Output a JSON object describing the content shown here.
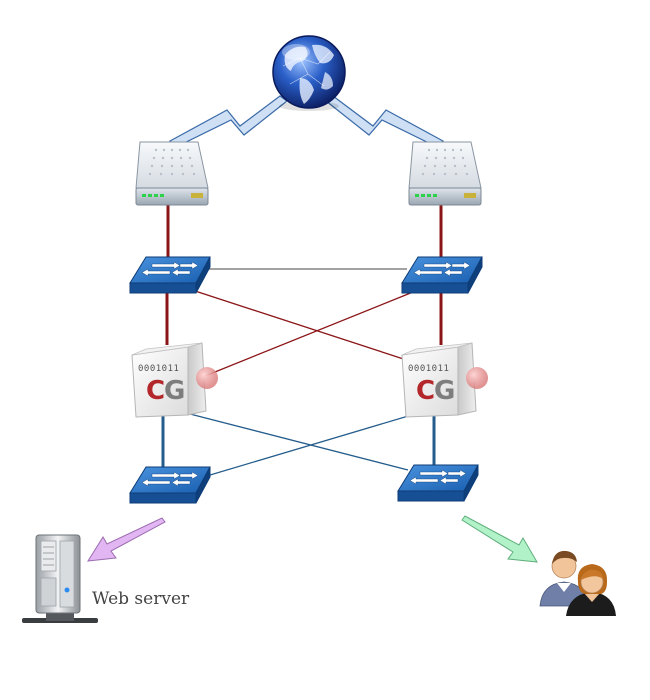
{
  "firewalls": {
    "left": {
      "bits": "0001011",
      "logo_c": "C",
      "logo_g": "G"
    },
    "right": {
      "bits": "0001011",
      "logo_c": "C",
      "logo_g": "G"
    }
  },
  "web_server": {
    "label": "Web server"
  },
  "colors": {
    "red_link": "#8b1416",
    "blue_link": "#245c8c",
    "gray_link": "#555555",
    "switch_blue": "#1a64b0",
    "arrow_purple": "#e2b6f2",
    "arrow_green": "#b2f2c8"
  },
  "icons": [
    "globe-icon",
    "router-icon",
    "switch-icon",
    "firewall-icon",
    "server-icon",
    "users-icon",
    "lightning-link-icon",
    "arrow-icon"
  ]
}
